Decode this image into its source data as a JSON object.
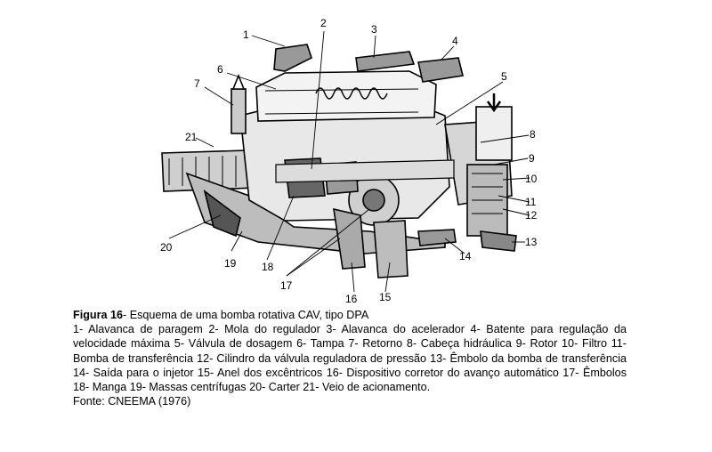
{
  "figure": {
    "callouts": [
      "1",
      "2",
      "3",
      "4",
      "5",
      "6",
      "7",
      "8",
      "9",
      "10",
      "11",
      "12",
      "13",
      "14",
      "15",
      "16",
      "17",
      "18",
      "19",
      "20",
      "21"
    ]
  },
  "caption": {
    "label": "Figura 16",
    "title": "- Esquema de uma bomba rotativa CAV, tipo DPA",
    "legend": "1- Alavanca de paragem 2- Mola do regulador 3- Alavanca do acelerador 4- Batente para regulação da velocidade máxima 5- Válvula de dosagem 6- Tampa 7- Retorno 8- Cabeça hidráulica 9- Rotor 10- Filtro 11- Bomba de transferência 12- Cilindro da válvula reguladora de pressão 13- Êmbolo da bomba de transferência 14- Saída para o injetor 15- Anel dos excêntricos 16- Dispositivo corretor do avanço automático 17- Êmbolos 18- Manga 19- Massas centrífugas 20- Carter 21- Veio de acionamento.",
    "source": "Fonte: CNEEMA (1976)"
  }
}
